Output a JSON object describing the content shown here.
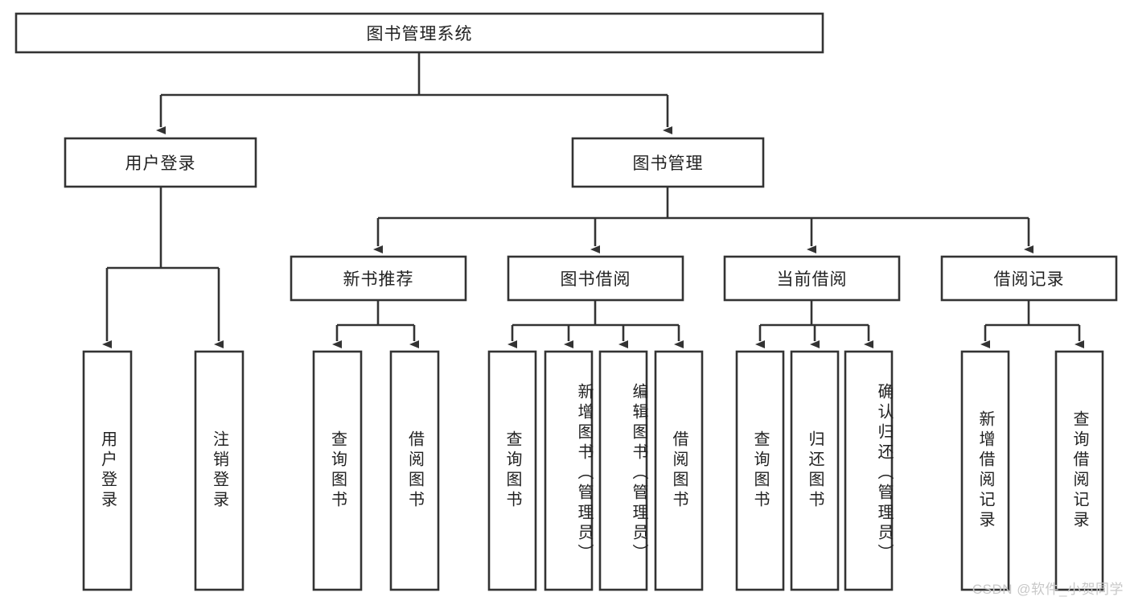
{
  "diagram": {
    "type": "tree-hierarchy",
    "root": {
      "id": "root",
      "label": "图书管理系统"
    },
    "level2": [
      {
        "id": "user-login",
        "label": "用户登录"
      },
      {
        "id": "book-management",
        "label": "图书管理"
      }
    ],
    "level3": [
      {
        "id": "new-book-recommend",
        "label": "新书推荐",
        "parent": "book-management"
      },
      {
        "id": "book-borrow",
        "label": "图书借阅",
        "parent": "book-management"
      },
      {
        "id": "current-borrow",
        "label": "当前借阅",
        "parent": "book-management"
      },
      {
        "id": "borrow-record",
        "label": "借阅记录",
        "parent": "book-management"
      }
    ],
    "leaves": {
      "user_login": [
        {
          "id": "leaf-user-login",
          "label": "用户登录"
        },
        {
          "id": "leaf-logout-login",
          "label": "注销登录"
        }
      ],
      "new_book_recommend": [
        {
          "id": "leaf-query-book-1",
          "label": "查询图书"
        },
        {
          "id": "leaf-borrow-book-1",
          "label": "借阅图书"
        }
      ],
      "book_borrow": [
        {
          "id": "leaf-query-book-2",
          "label": "查询图书"
        },
        {
          "id": "leaf-add-book",
          "label": "新增图书（管理员）"
        },
        {
          "id": "leaf-edit-book",
          "label": "编辑图书（管理员）"
        },
        {
          "id": "leaf-borrow-book-2",
          "label": "借阅图书"
        }
      ],
      "current_borrow": [
        {
          "id": "leaf-query-book-3",
          "label": "查询图书"
        },
        {
          "id": "leaf-return-book",
          "label": "归还图书"
        },
        {
          "id": "leaf-confirm-return",
          "label": "确认归还（管理员）"
        }
      ],
      "borrow_record": [
        {
          "id": "leaf-add-record",
          "label": "新增借阅记录"
        },
        {
          "id": "leaf-query-record",
          "label": "查询借阅记录"
        }
      ]
    }
  },
  "watermark": {
    "text": "CSDN @软件_小贺同学"
  },
  "colors": {
    "stroke": "#333333",
    "fill": "#ffffff",
    "text": "#222222",
    "watermark": "#c8c8c8"
  }
}
